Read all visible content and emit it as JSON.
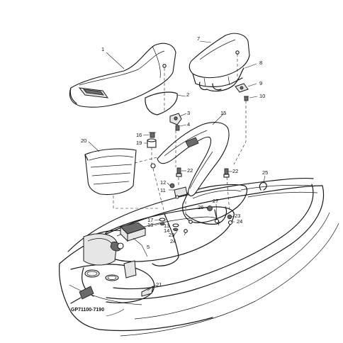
{
  "diagram": {
    "part_code": "GP71100-7190",
    "callouts": {
      "c1": "1",
      "c2": "2",
      "c3": "3",
      "c4": "4",
      "c5": "5",
      "c7": "7",
      "c8": "8",
      "c9": "9",
      "c10": "10",
      "c11": "11",
      "c12": "12",
      "c13": "13",
      "c14": "14",
      "c15": "15",
      "c16": "16",
      "c17": "17",
      "c18": "18",
      "c19": "19",
      "c20": "20",
      "c21": "21",
      "c22a": "22",
      "c22b": "22",
      "c23a": "23",
      "c23b": "23",
      "c24a": "24",
      "c24b": "24",
      "c25": "25",
      "c26": "26",
      "c27": "27"
    }
  }
}
